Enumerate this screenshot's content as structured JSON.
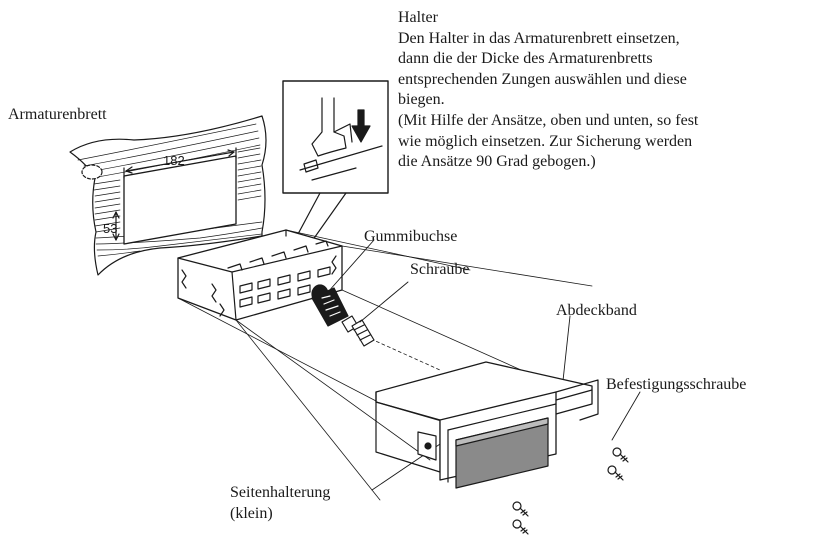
{
  "labels": {
    "armaturenbrett": "Armaturenbrett",
    "halter_title": "Halter",
    "halter_desc": [
      "Den Halter in das Armaturenbrett einsetzen,",
      "dann die der Dicke des Armaturenbretts",
      "entsprechenden Zungen auswählen und diese",
      "biegen.",
      "(Mit Hilfe der Ansätze, oben und unten, so fest",
      "wie möglich einsetzen. Zur Sicherung werden",
      "die Ansätze 90 Grad gebogen.)"
    ],
    "gummibuchse": "Gummibuchse",
    "schraube": "Schraube",
    "abdeckband": "Abdeckband",
    "befestigungsschraube": "Befestigungsschraube",
    "seitenhalterung": "Seitenhalterung",
    "seitenhalterung_sub": "(klein)"
  },
  "dimensions": {
    "width": "182",
    "height": "53"
  }
}
